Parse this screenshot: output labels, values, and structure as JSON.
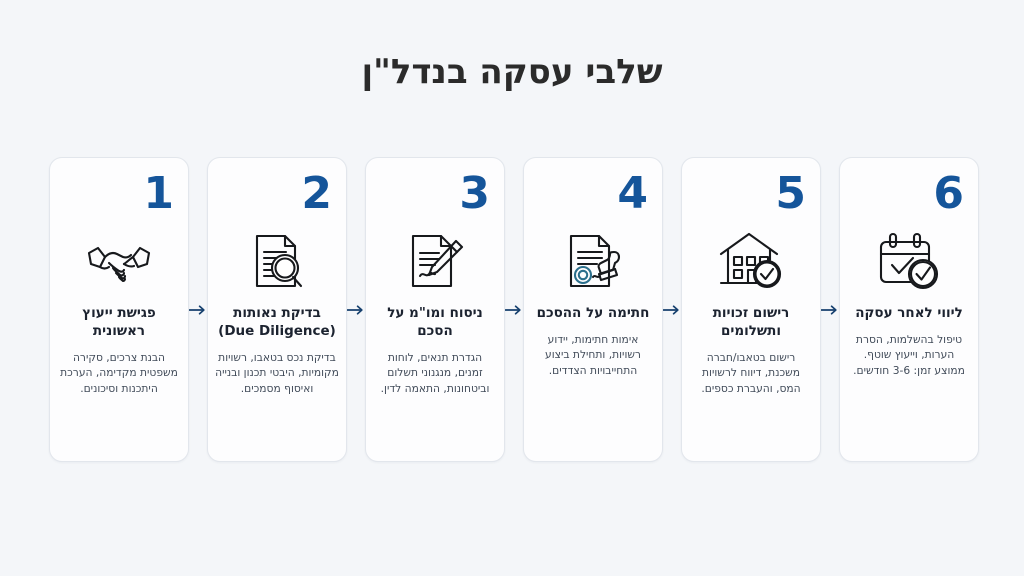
{
  "header": {
    "title": "שלבי עסקה בנדל\"ן"
  },
  "colors": {
    "background": "#f4f6f9",
    "card_background": "#fdfdfe",
    "card_border": "#e2e6ec",
    "number_blue": "#15559a",
    "arrow_navy": "#16406e",
    "icon_stroke": "#17191c",
    "seal_accent": "#2b6f8c",
    "title_text": "#2b2b2b",
    "card_title_text": "#1c2330",
    "card_desc_text": "#414b59"
  },
  "connectors": {
    "icon": "arrow-right-icon",
    "count": 5
  },
  "steps": [
    {
      "number": "1",
      "icon": "handshake-icon",
      "title": "פגישת ייעוץ ראשונית",
      "description": "הבנת צרכים, סקירה משפטית מקדימה, הערכת היתכנות וסיכונים."
    },
    {
      "number": "2",
      "icon": "document-magnifier-icon",
      "title": "בדיקת נאותות (Due Diligence)",
      "description": "בדיקת נכס בטאבו, רשויות מקומיות, היבטי תכנון ובנייה ואיסוף מסמכים."
    },
    {
      "number": "3",
      "icon": "document-pencil-icon",
      "title": "ניסוח ומו\"מ על הסכם",
      "description": "הגדרת תנאים, לוחות זמנים, מנגנוני תשלום וביטחונות, התאמה לדין."
    },
    {
      "number": "4",
      "icon": "document-stamp-icon",
      "title": "חתימה על ההסכם",
      "description": "אימות חתימות, יידוע רשויות, ותחילת ביצוע התחייבויות הצדדים."
    },
    {
      "number": "5",
      "icon": "house-check-icon",
      "title": "רישום זכויות ותשלומים",
      "description": "רישום בטאבו/חברה משכנת, דיווח לרשויות המס, והעברת כספים."
    },
    {
      "number": "6",
      "icon": "calendar-check-icon",
      "title": "ליווי לאחר עסקה",
      "description": "טיפול בהשלמות, הסרת הערות, וייעוץ שוטף. ממוצע זמן: 3-6 חודשים."
    }
  ]
}
